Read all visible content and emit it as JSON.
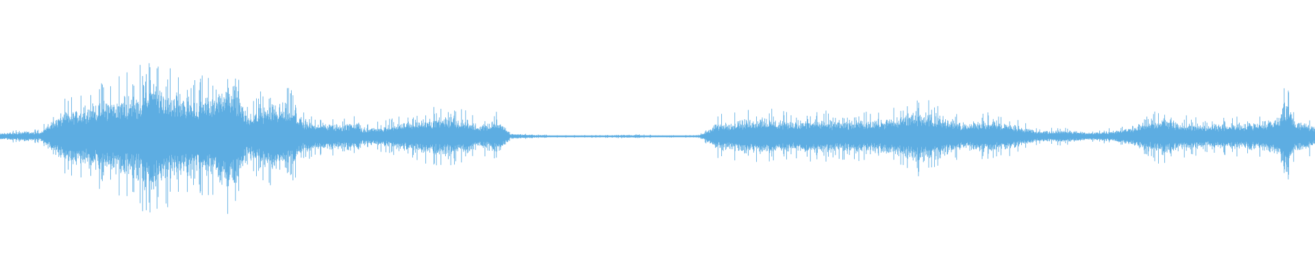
{
  "waveform": {
    "color": "#5dade2",
    "background": "#ffffff",
    "envelope": [
      [
        0.0,
        0.05
      ],
      [
        0.02,
        0.08
      ],
      [
        0.03,
        0.07
      ],
      [
        0.038,
        0.22
      ],
      [
        0.045,
        0.35
      ],
      [
        0.06,
        0.48
      ],
      [
        0.075,
        0.55
      ],
      [
        0.09,
        0.62
      ],
      [
        0.105,
        0.72
      ],
      [
        0.115,
        0.98
      ],
      [
        0.12,
        0.78
      ],
      [
        0.13,
        0.72
      ],
      [
        0.145,
        0.62
      ],
      [
        0.16,
        0.65
      ],
      [
        0.17,
        0.85
      ],
      [
        0.18,
        0.78
      ],
      [
        0.188,
        0.35
      ],
      [
        0.2,
        0.48
      ],
      [
        0.215,
        0.55
      ],
      [
        0.225,
        0.45
      ],
      [
        0.23,
        0.25
      ],
      [
        0.245,
        0.22
      ],
      [
        0.26,
        0.2
      ],
      [
        0.272,
        0.25
      ],
      [
        0.276,
        0.12
      ],
      [
        0.29,
        0.16
      ],
      [
        0.31,
        0.24
      ],
      [
        0.325,
        0.3
      ],
      [
        0.34,
        0.32
      ],
      [
        0.355,
        0.28
      ],
      [
        0.365,
        0.18
      ],
      [
        0.378,
        0.28
      ],
      [
        0.383,
        0.18
      ],
      [
        0.388,
        0.04
      ],
      [
        0.42,
        0.015
      ],
      [
        0.46,
        0.015
      ],
      [
        0.48,
        0.025
      ],
      [
        0.5,
        0.012
      ],
      [
        0.53,
        0.015
      ],
      [
        0.536,
        0.06
      ],
      [
        0.545,
        0.22
      ],
      [
        0.56,
        0.26
      ],
      [
        0.58,
        0.3
      ],
      [
        0.6,
        0.25
      ],
      [
        0.62,
        0.28
      ],
      [
        0.64,
        0.24
      ],
      [
        0.66,
        0.26
      ],
      [
        0.68,
        0.3
      ],
      [
        0.7,
        0.42
      ],
      [
        0.715,
        0.36
      ],
      [
        0.73,
        0.22
      ],
      [
        0.75,
        0.25
      ],
      [
        0.77,
        0.2
      ],
      [
        0.79,
        0.08
      ],
      [
        0.81,
        0.1
      ],
      [
        0.83,
        0.06
      ],
      [
        0.85,
        0.1
      ],
      [
        0.87,
        0.22
      ],
      [
        0.885,
        0.3
      ],
      [
        0.9,
        0.22
      ],
      [
        0.92,
        0.18
      ],
      [
        0.94,
        0.22
      ],
      [
        0.955,
        0.22
      ],
      [
        0.97,
        0.28
      ],
      [
        0.978,
        0.6
      ],
      [
        0.985,
        0.25
      ],
      [
        0.995,
        0.22
      ],
      [
        1.0,
        0.15
      ]
    ]
  }
}
